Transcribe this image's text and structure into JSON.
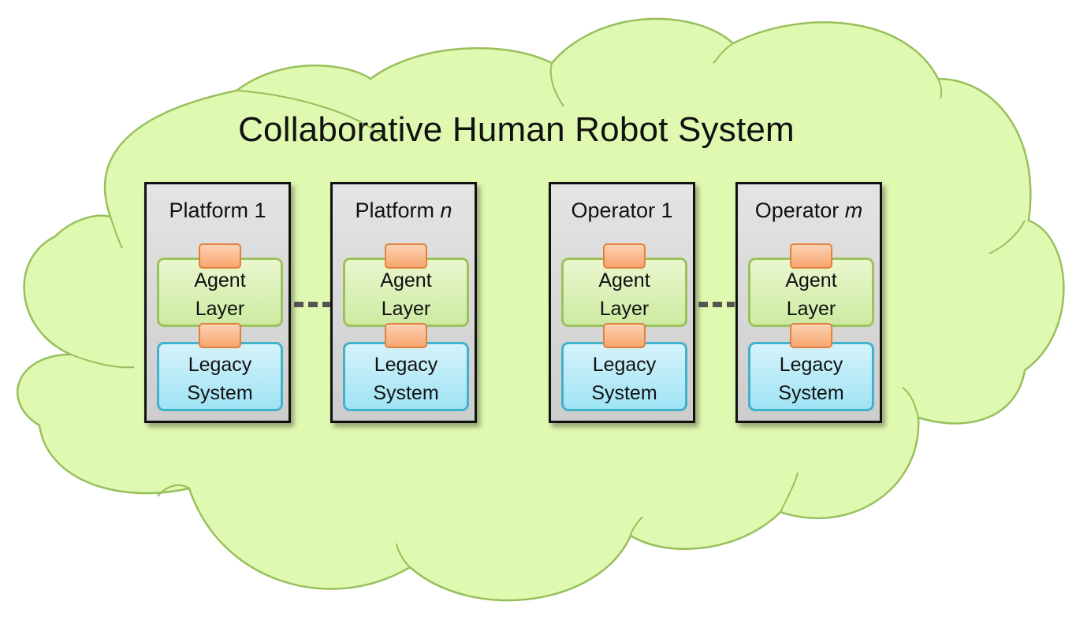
{
  "title": "Collaborative Human Robot System",
  "colors": {
    "cloud_fill": "#e0f9b0",
    "cloud_stroke": "#97c05c",
    "agent_fill": "#d6efb0",
    "legacy_fill": "#aee7f7",
    "port_fill": "#f9b889",
    "panel_fill": "#d8d8d8"
  },
  "agent_label": [
    "Agent",
    "Layer"
  ],
  "legacy_label": [
    "Legacy",
    "System"
  ],
  "panels": [
    {
      "name": "Platform",
      "suffix": "1",
      "italic": false
    },
    {
      "name": "Platform",
      "suffix": "n",
      "italic": true
    },
    {
      "name": "Operator",
      "suffix": "1",
      "italic": false
    },
    {
      "name": "Operator",
      "suffix": "m",
      "italic": true
    }
  ]
}
